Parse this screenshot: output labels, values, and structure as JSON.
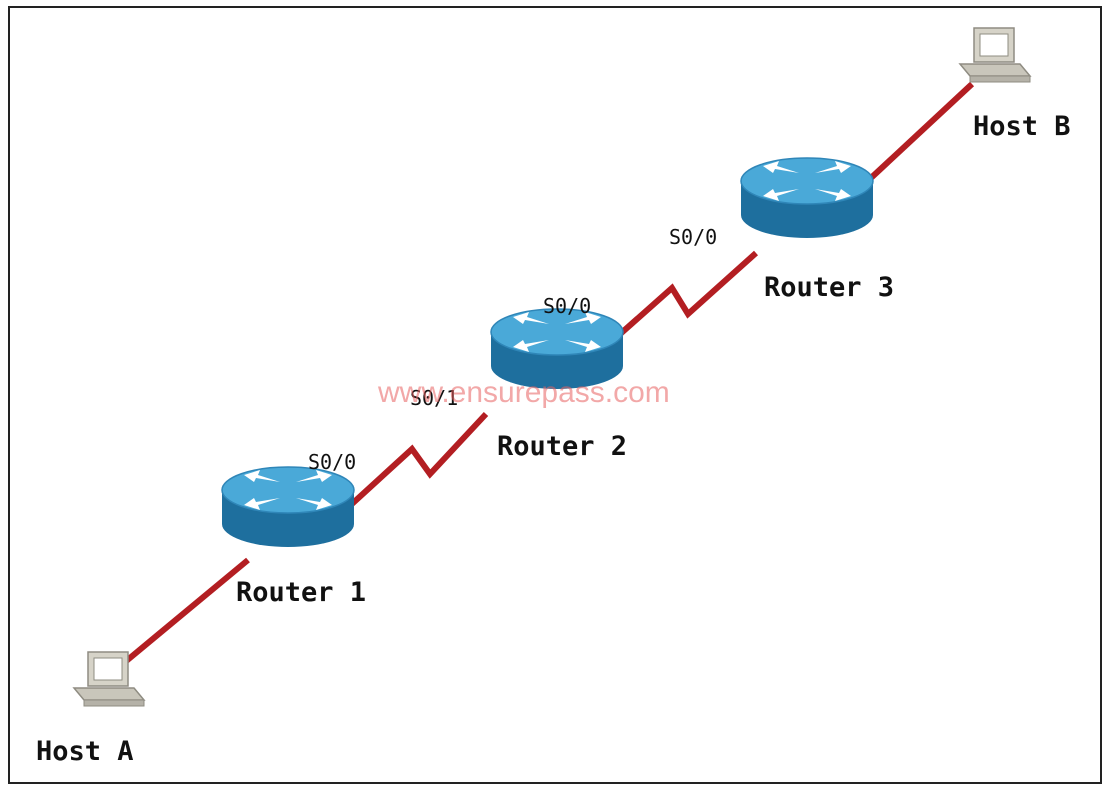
{
  "colors": {
    "link": "#b31e22",
    "router_top": "#4aa9d8",
    "router_side": "#1e6f9e",
    "pc_body": "#d6d3c8"
  },
  "devices": {
    "host_a": {
      "label": "Host A",
      "icon": "pc-icon"
    },
    "host_b": {
      "label": "Host B",
      "icon": "pc-icon"
    },
    "router1": {
      "label": "Router 1",
      "icon": "router-icon",
      "s0_0": "S0/0"
    },
    "router2": {
      "label": "Router 2",
      "icon": "router-icon",
      "s0_0": "S0/0",
      "s0_1": "S0/1"
    },
    "router3": {
      "label": "Router 3",
      "icon": "router-icon",
      "s0_0": "S0/0"
    }
  },
  "watermark": "www.ensurepass.com"
}
